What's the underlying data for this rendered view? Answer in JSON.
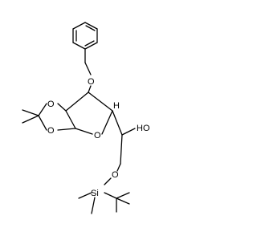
{
  "molecule": {
    "atom_labels": {
      "o_benzyl": "O",
      "o_dioxolane_upper": "O",
      "o_dioxolane_lower": "O",
      "o_ring": "O",
      "oh": "HO",
      "h_stereo": "H",
      "o_silyl": "O",
      "si": "Si"
    }
  }
}
